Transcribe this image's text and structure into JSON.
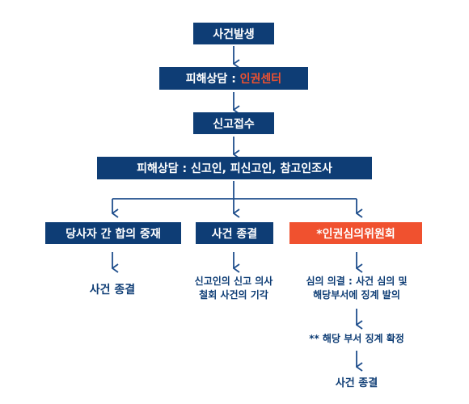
{
  "flow": {
    "step1": "사건발생",
    "step2_prefix": "피해상담 : ",
    "step2_highlight": "인권센터",
    "step3": "신고접수",
    "step4": "피해상담 : 신고인, 피신고인, 참고인조사"
  },
  "branches": {
    "left": {
      "title": "당사자 간 합의 중재",
      "result": "사건 종결"
    },
    "middle": {
      "title": "사건 종결",
      "result_line1": "신고인의 신고 의사",
      "result_line2": "철회 사건의 기각"
    },
    "right": {
      "title": "*인권심의위원회",
      "step1_line1": "심의 의결 : 사건 심의 및",
      "step1_line2": "해당부서에 징계 발의",
      "step2": "** 해당 부서 징계 확정",
      "result": "사건 종결"
    }
  },
  "colors": {
    "navy": "#0e3d75",
    "red": "#f0512f",
    "arrow": "#1f4e8c"
  }
}
